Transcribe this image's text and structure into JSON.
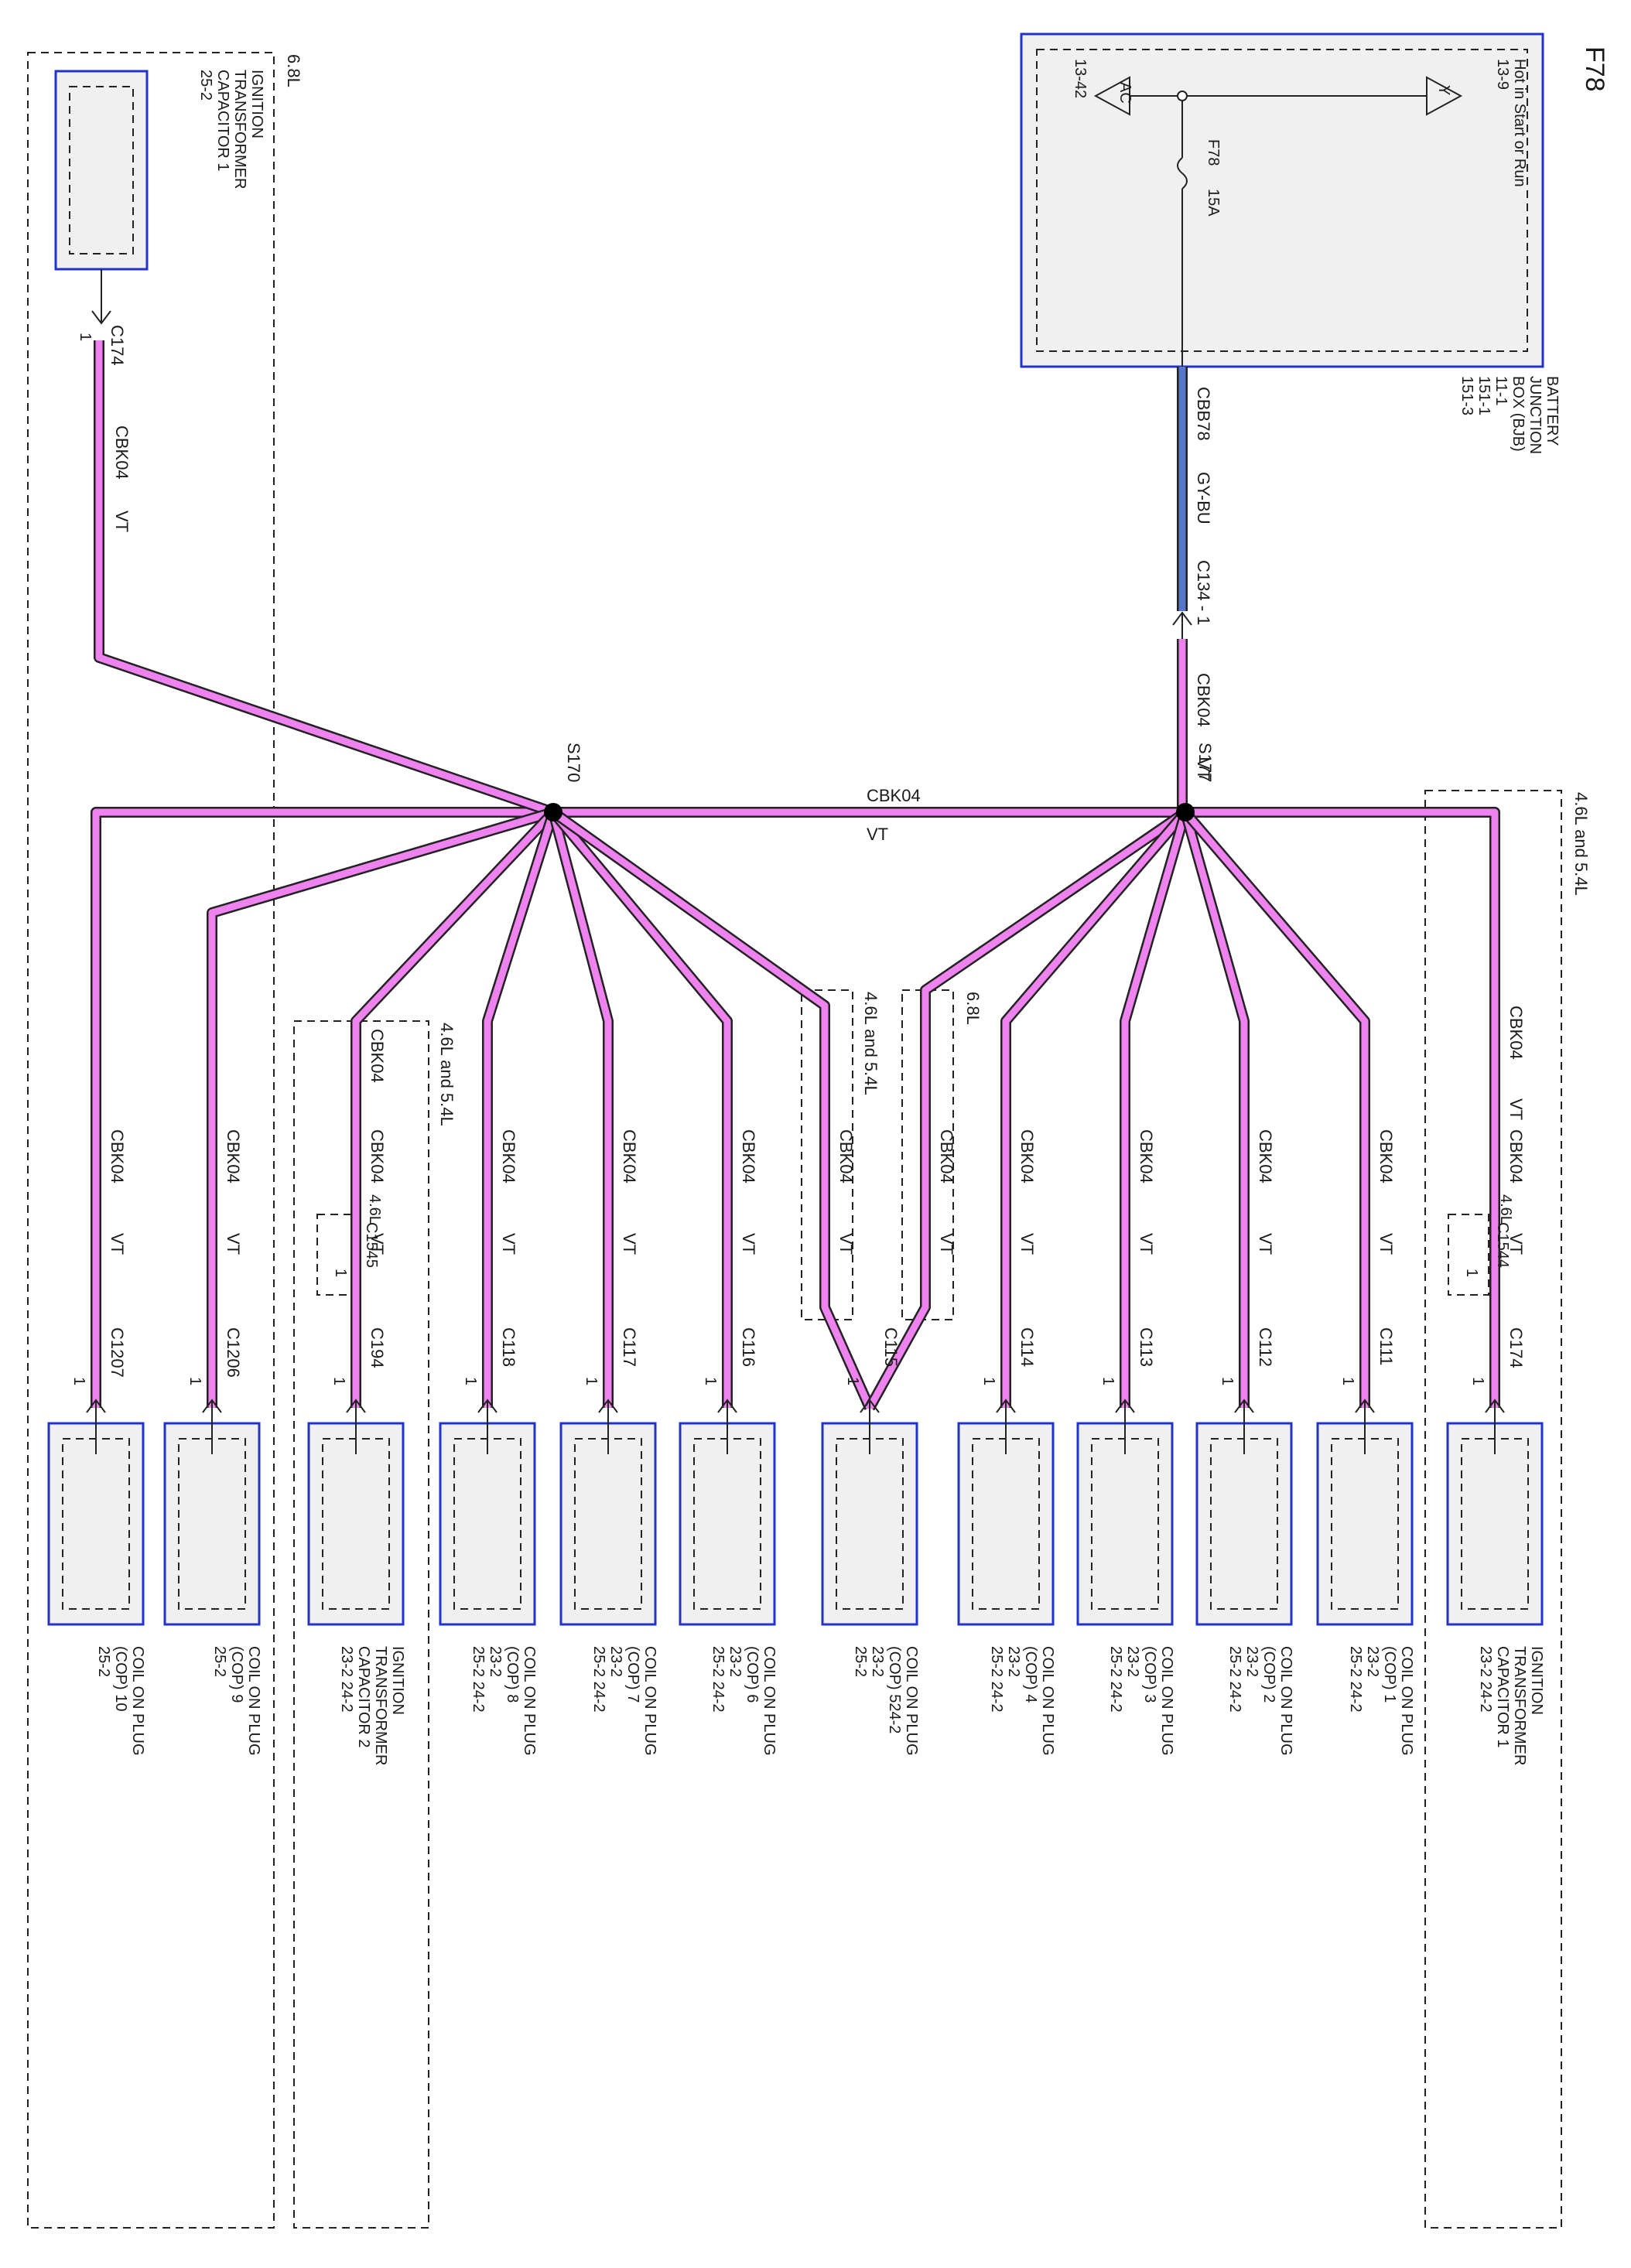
{
  "title": "F78",
  "bjb": {
    "name_lines": [
      "BATTERY",
      "JUNCTION",
      "BOX (BJB)",
      "11-1",
      "151-1",
      "151-3"
    ],
    "hot_text": "Hot in Start or Run",
    "hot_ref": "13-9",
    "hot_symbol": "Y",
    "ac_symbol": "AC",
    "ac_ref": "13-42",
    "fuse_name": "F78",
    "fuse_rating": "15A"
  },
  "feed": {
    "circuit": "CBB78",
    "color": "GY-BU",
    "connector": "C134 - 1"
  },
  "wire": {
    "circuit": "CBK04",
    "color": "VT",
    "main_circuit": "CBK04",
    "main_color": "VT"
  },
  "splices": {
    "left": "S170",
    "right": "S177"
  },
  "regions": {
    "top_left": "6.8L",
    "bottom_right": "4.6L and 5.4L",
    "mid_left": "4.6L and 5.4L",
    "cop5_a": "4.6L and 5.4L",
    "cop5_b": "6.8L",
    "c1545": "4.6L",
    "c1544": "4.6L"
  },
  "itc_top": {
    "name_lines": [
      "IGNITION",
      "TRANSFORMER",
      "CAPACITOR 1",
      "25-2"
    ],
    "connector": "C174",
    "pin": "1"
  },
  "inline": {
    "c1545": {
      "connector": "C1545",
      "pin": "1"
    },
    "c1544": {
      "connector": "C1544",
      "pin": "1"
    }
  },
  "loads": [
    {
      "id": "cop10",
      "connector": "C1207",
      "pin": "1",
      "name_lines": [
        "COIL ON PLUG",
        "(COP) 10",
        "25-2"
      ]
    },
    {
      "id": "cop9",
      "connector": "C1206",
      "pin": "1",
      "name_lines": [
        "COIL ON PLUG",
        "(COP) 9",
        "25-2"
      ]
    },
    {
      "id": "itc2",
      "connector": "C194",
      "pin": "1",
      "name_lines": [
        "IGNITION",
        "TRANSFORMER",
        "CAPACITOR 2",
        "23-2      24-2"
      ]
    },
    {
      "id": "cop8",
      "connector": "C118",
      "pin": "1",
      "name_lines": [
        "COIL ON PLUG",
        "(COP) 8",
        "23-2",
        "25-2      24-2"
      ]
    },
    {
      "id": "cop7",
      "connector": "C117",
      "pin": "1",
      "name_lines": [
        "COIL ON PLUG",
        "(COP) 7",
        "23-2",
        "25-2      24-2"
      ]
    },
    {
      "id": "cop6",
      "connector": "C116",
      "pin": "1",
      "name_lines": [
        "COIL ON PLUG",
        "(COP) 6",
        "23-2",
        "25-2      24-2"
      ]
    },
    {
      "id": "cop5",
      "connector": "C115",
      "pin": "1",
      "name_lines": [
        "COIL ON PLUG",
        "(COP) 524-2",
        "23-2",
        "25-2"
      ]
    },
    {
      "id": "cop4",
      "connector": "C114",
      "pin": "1",
      "name_lines": [
        "COIL ON PLUG",
        "(COP) 4",
        "23-2",
        "25-2      24-2"
      ]
    },
    {
      "id": "cop3",
      "connector": "C113",
      "pin": "1",
      "name_lines": [
        "COIL ON PLUG",
        "(COP) 3",
        "23-2",
        "25-2      24-2"
      ]
    },
    {
      "id": "cop2",
      "connector": "C112",
      "pin": "1",
      "name_lines": [
        "COIL ON PLUG",
        "(COP) 2",
        "23-2",
        "25-2      24-2"
      ]
    },
    {
      "id": "cop1",
      "connector": "C111",
      "pin": "1",
      "name_lines": [
        "COIL ON PLUG",
        "(COP) 1",
        "23-2",
        "25-2      24-2"
      ]
    },
    {
      "id": "itc1",
      "connector": "C174",
      "pin": "1",
      "name_lines": [
        "IGNITION",
        "TRANSFORMER",
        "CAPACITOR 1",
        "23-2      24-2"
      ]
    }
  ]
}
